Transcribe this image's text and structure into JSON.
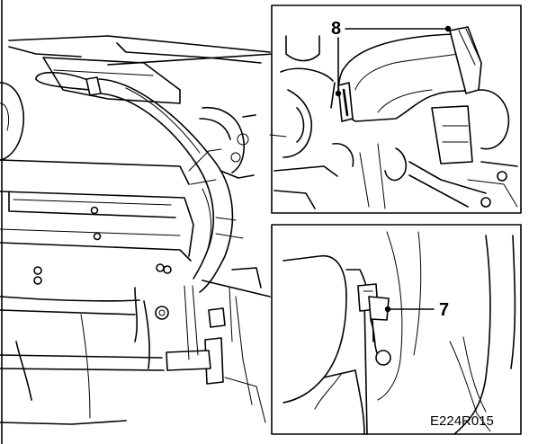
{
  "diagram": {
    "callouts": [
      {
        "id": "callout-8",
        "label": "8"
      },
      {
        "id": "callout-7",
        "label": "7"
      }
    ],
    "reference_code": "E224R015",
    "colors": {
      "ink": "#000000",
      "paper": "#ffffff"
    }
  }
}
